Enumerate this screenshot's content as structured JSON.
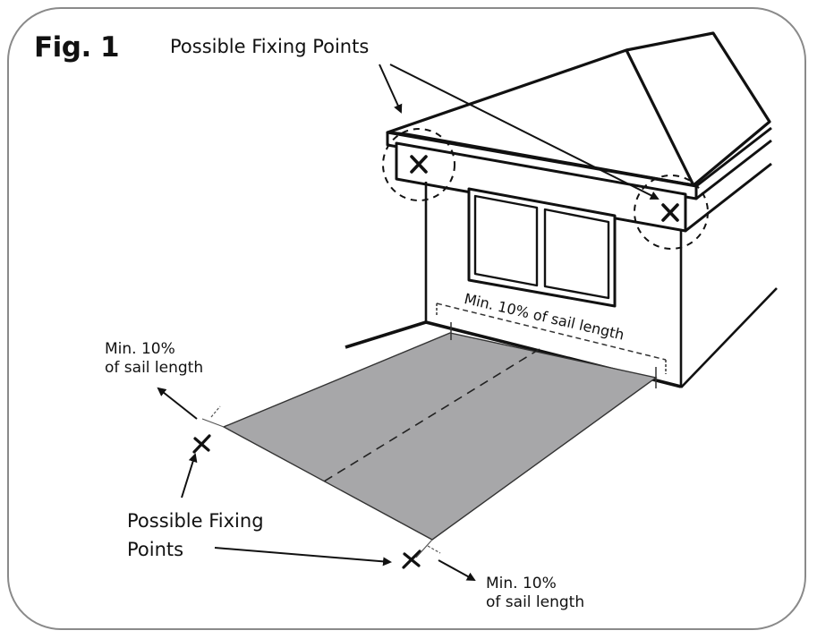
{
  "figure": {
    "number_label": "Fig. 1",
    "top_fixing_label": "Possible Fixing Points",
    "bottom_fixing_label_line1": "Possible Fixing",
    "bottom_fixing_label_line2": "Points",
    "wall_clearance_label": "Min. 10% of sail length",
    "left_clearance_line1": "Min. 10%",
    "left_clearance_line2": "of sail length",
    "bottom_clearance_line1": "Min. 10%",
    "bottom_clearance_line2": "of sail length"
  },
  "colors": {
    "sail_fill": "#a7a7a9",
    "line": "#111111",
    "frame_border": "#8a8a8a"
  },
  "icons": [
    "fixing-point-x-icon",
    "arrow-icon",
    "dashed-circle-icon"
  ]
}
